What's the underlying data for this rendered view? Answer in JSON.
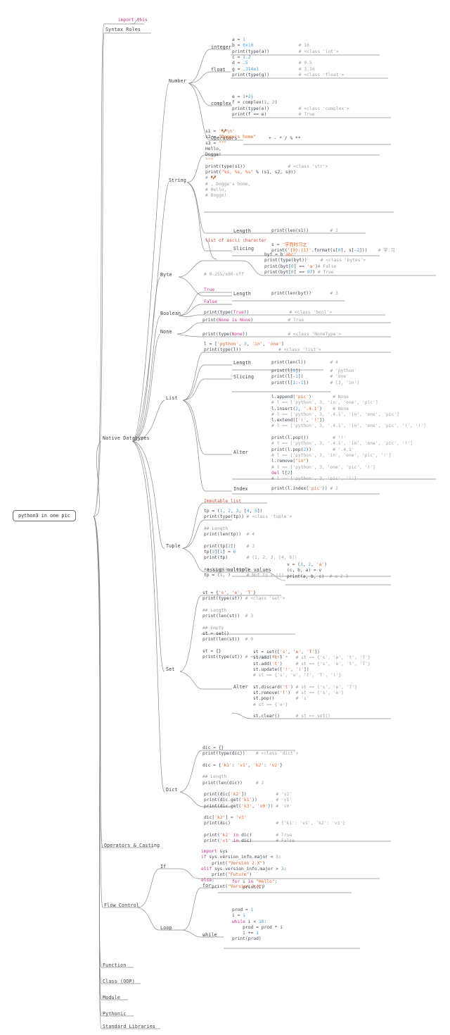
{
  "root": {
    "label": "python3 in one pic"
  },
  "main_branches": [
    {
      "id": "syntax-roles",
      "label": "Syntax Roles"
    },
    {
      "id": "native-datatypes",
      "label": "Native Datatypes"
    },
    {
      "id": "operators-casting",
      "label": "Operators & Casting"
    },
    {
      "id": "flow-control",
      "label": "Flow Control"
    },
    {
      "id": "function",
      "label": "Function"
    },
    {
      "id": "class-oop",
      "label": "Class (OOP)"
    },
    {
      "id": "module",
      "label": "Module"
    },
    {
      "id": "pythonic",
      "label": "Pythonic"
    },
    {
      "id": "standard-libraries",
      "label": "Standard Libraries"
    }
  ],
  "syntax_roles": {
    "import_this": "import this"
  },
  "datatype_groups": [
    {
      "id": "number",
      "label": "Number"
    },
    {
      "id": "string",
      "label": "String"
    },
    {
      "id": "byte",
      "label": "Byte"
    },
    {
      "id": "boolean",
      "label": "Boolean"
    },
    {
      "id": "none",
      "label": "None"
    },
    {
      "id": "list",
      "label": "List"
    },
    {
      "id": "tuple",
      "label": "Tuple"
    },
    {
      "id": "set",
      "label": "Set"
    },
    {
      "id": "dict",
      "label": "Dict"
    }
  ],
  "number": {
    "sub": [
      {
        "id": "integer",
        "label": "integer"
      },
      {
        "id": "float",
        "label": "float"
      },
      {
        "id": "complex",
        "label": "complex"
      },
      {
        "id": "operators",
        "label": "Operators"
      }
    ],
    "integer_code": "a = 1\nb = 0x10                 # 16\nprint(type(a))           # <class 'int'>",
    "float_code": "c = 1.2\nd = .5                   # 0.5\ng = .314e1               # 3.14\nprint(type(g))           # <class 'float'>",
    "complex_code": "e = 1+2j\nf = complex(1, 2)\nprint(type(e))           # <class 'complex'>\nprint(f == e)            # True",
    "operators_code": "+ - * / % **"
  },
  "string": {
    "main_code": "s1 = '🐶\\n'\ns2 = \"Dogge's home\"\ns3 = \"\"\"\nHello,\nDogge!\n\"\"\"\nprint(type(s1))                # <class 'str'>\nprint(\"%s, %s, %s\" % (s1, s2, s3))\n# 🐶\n# , Dogge's home,\n# Hello,\n# Dogge!",
    "sub": [
      {
        "id": "length",
        "label": "Length",
        "code": "print(len(s1))        # 2"
      },
      {
        "id": "slicing",
        "label": "Slicing",
        "code": "s = '学而时习之'\nprint('{0}:{1}'.format(s[0], s[-2]))    # 学:习"
      }
    ]
  },
  "byte": {
    "note_top": "list of ascii character",
    "note_range": "# 0-255/x00-xff",
    "main_code": "byt = b'abc'\nprint(type(byt))     # <class 'bytes'>\nprint(byt[0] == 'a')# False\nprint(byt[0] == 97) # True",
    "sub": [
      {
        "id": "length",
        "label": "Length",
        "code": "print(len(byt))       # 3"
      }
    ]
  },
  "boolean": {
    "items": [
      "True",
      "False"
    ],
    "code": "print(type(True))               # <class 'bool'>"
  },
  "none": {
    "code1": "print(None is None)             # True",
    "code2": "print(type(None))               # <class 'NoneType'>"
  },
  "list": {
    "main_code": "l = ['python', 3, 'in', 'one']\nprint(type(l))              # <class 'list'>",
    "sub": [
      {
        "id": "length",
        "label": "Length",
        "code": "print(len(l))         # 4"
      },
      {
        "id": "slicing",
        "label": "Slicing",
        "code": "print(l[0])           # 'python'\nprint(l[-1])          # 'one'\nprint(l[1:-1])        # [3, 'in']"
      },
      {
        "id": "alter",
        "label": "Alter",
        "code": "l.append('pic')        # None\n# l == ['python', 3, 'in', 'one', 'pic']\nl.insert(2, '.4.1')    # None\n# l == ['python', 3, '.4.1', 'in', 'one', 'pic']\nl.extend(['!', '!'])\n# l == ['python', 3, '.4.1', 'in', 'one', 'pic', '!', '!']\n\nprint(l.pop())         # '!'\n# l == ['python', 3, '.4.1', 'in', 'one', 'pic', '!']\nprint(l.pop(2))        # '.4.1'\n# l == ['python', 3, 'in', 'one', 'pic', '!']\nl.remove(\"in\")\n# l == ['python', 3, 'one', 'pic', '!']\ndel l[2]\n# l == ['python', 3, 'pic', '!']"
      },
      {
        "id": "index",
        "label": "Index",
        "code": "print(l.index('pic')) # 2"
      }
    ]
  },
  "tuple": {
    "note_top": "Immutable list",
    "main_code": "tp = (1, 2, 3, [4, 5])\nprint(type(tp)) # <class 'tuple'>\n\n## Length\nprint(len(tp))  # 4\n\nprint(tp[2])    # 3\ntp[3][1] = 6\nprint(tp)       # (1, 2, 3, [4, 6])\n\n## Single element\ntp = (1, )      # Not tp = (1)",
    "sub": [
      {
        "id": "assign-multiple",
        "label": "assign multiple values",
        "code": "v = (3, 2, 'a')\n(c, b, a) = v\nprint(a, b, c)  # a 2 3"
      }
    ]
  },
  "set": {
    "main_code": "st = {'s', 'e', 'T'}\nprint(type(st)) # <class 'set'>\n\n## Length\nprint(len(st))  # 3\n\n## Empty\nst = set()\nprint(len(st))  # 0\n\nst = {}\nprint(type(st)) # <class 'dict'>",
    "sub": [
      {
        "id": "alter",
        "label": "Alter",
        "code": "st = set(['s', 'e', 'T'])\nst.add('t')     # st == {'s', 'e', 't', 'T'}\nst.add('t')     # st == {'s', 'e', 't', 'T'}\nst.update(['!', '!'])\n# st == {'s', 'e', 't', 'T', '!'}\n\nst.discard('t') # st == {'s', 'e', 'T'}\nst.remove('T')  # st == {'s', 'e'}\nst.pop()        # 's'\n# st == {'e'}\n\nst.clear()      # st == set()"
      }
    ]
  },
  "dict": {
    "main_code": "dic = {}\nprint(type(dic))    # <class 'dict'>\n\ndic = {'k1': 'v1', 'k2': 'v2'}\n\n## Length\nprint(len(dic))     # 2",
    "detail_code": "print(dic['k2'])           # 'v2'\nprint(dic.get('k1'))       # 'v1'\nprint(dic.get('k3', 'v0')) # 'v0'\n\ndic['k2'] = 'v3'\nprint(dic)                 # {'k1': 'v1', 'k2': 'v3'}\n\nprint('k2' in dic)         # True\nprint('v1' in dic)         # False"
  },
  "flow_control": {
    "sub": [
      {
        "id": "if",
        "label": "If"
      },
      {
        "id": "loop",
        "label": "Loop"
      }
    ],
    "if_code": "import sys\nif sys.version_info.major < 3:\n    print(\"Version 2.X\")\nelif sys.version_info.major > 3:\n    print(\"Future\")\nelse:\n    print(\"Version 3.X\")",
    "loop_sub": [
      {
        "id": "for",
        "label": "for"
      },
      {
        "id": "while",
        "label": "while"
      }
    ],
    "for_code": "for i in \"Hello\":\n    print(i)",
    "while_code": "prod = 1\ni = 1\nwhile i < 10:\n    prod = prod * i\n    i += 1\nprint(prod)"
  },
  "colors": {
    "keyword": "#d6318f",
    "number": "#3f9fdc",
    "string": "#e8622a",
    "comment": "#9aa0a6",
    "text": "#3d4852",
    "line": "#8b8b8b"
  }
}
